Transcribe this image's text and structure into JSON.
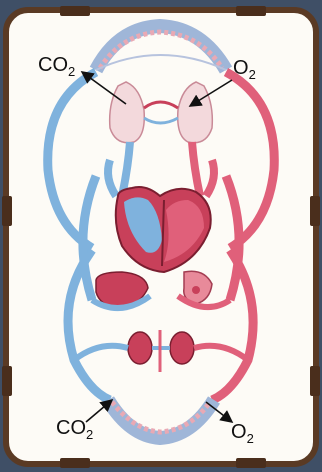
{
  "labels": {
    "top_left": {
      "main": "CO",
      "sub": "2"
    },
    "top_right": {
      "main": "O",
      "sub": "2"
    },
    "bottom_left": {
      "main": "CO",
      "sub": "2"
    },
    "bottom_right": {
      "main": "O",
      "sub": "2"
    }
  },
  "colors": {
    "background": "#3f4f66",
    "frame": "#5a3a24",
    "panel": "#fdfbf6",
    "venous": "#7fb2dd",
    "arterial": "#e0607a",
    "organ_red": "#c8405a",
    "lung": "#f3d9dc"
  }
}
